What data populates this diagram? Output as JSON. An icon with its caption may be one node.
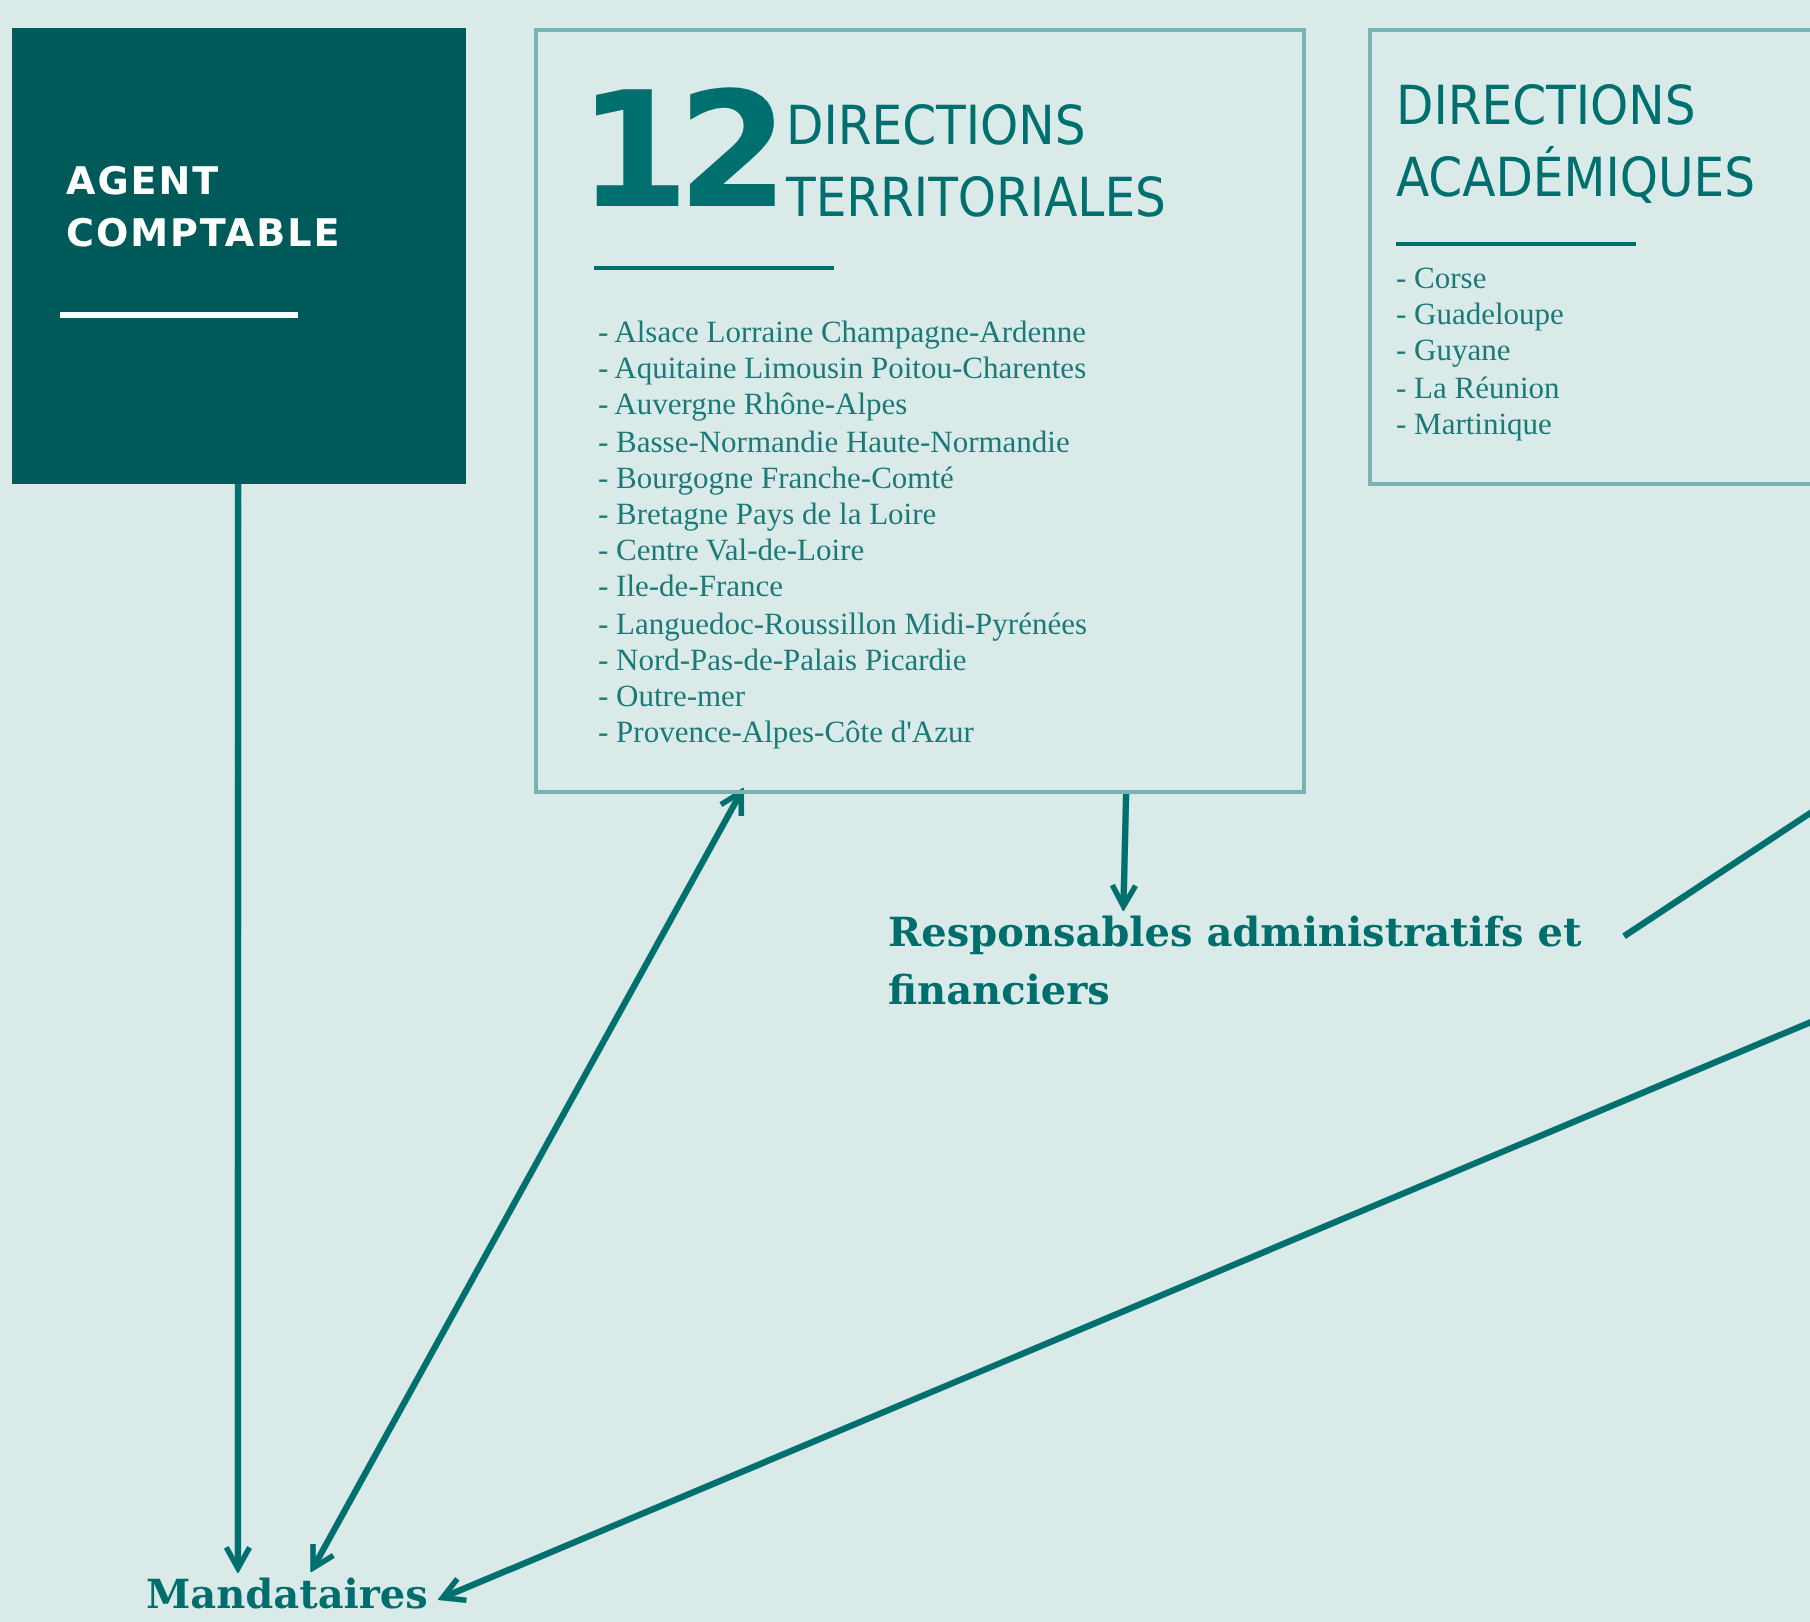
{
  "diagram": {
    "nodes": [
      {
        "text": [
          "AGENT COMPTABLE"
        ]
      },
      {
        "text": [
          "12",
          "DIRECTIONS TERRITORIALES",
          "- Alsace Lorraine Champagne-Ardenne",
          "- Aquitaine Limousin Poitou-Charentes",
          "- Auvergne Rhône-Alpes",
          "- Basse-Normandie Haute-Normandie",
          "- Bourgogne Franche-Comté",
          "- Bretagne Pays de la Loire",
          "- Centre Val-de-Loire",
          "- Ile-de-France",
          "- Languedoc-Roussillon Midi-Pyrénées",
          "- Nord-Pas-de-Palais Picardie",
          "- Outre-mer",
          "- Provence-Alpes-Côte d'Azur"
        ]
      },
      {
        "text": [
          "DIRECTIONS ACADÉMIQUES",
          "- Corse",
          "- Guadeloupe",
          "- Guyane",
          "- La Réunion",
          "- Martinique"
        ]
      },
      {
        "text": [
          "Responsables administratifs et financiers"
        ]
      },
      {
        "text": [
          "Mandataires"
        ]
      }
    ],
    "edges": [
      {
        "from": 0,
        "to": 4,
        "arrow": "to"
      },
      {
        "from": 1,
        "to": 4,
        "arrow": "both"
      },
      {
        "from": 1,
        "to": 3,
        "arrow": "to"
      },
      {
        "from": 3,
        "to": null,
        "arrow": "none"
      },
      {
        "from": null,
        "to": 4,
        "arrow": "to"
      }
    ]
  }
}
